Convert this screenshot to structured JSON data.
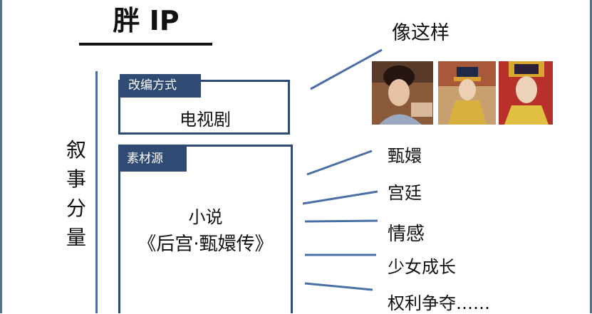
{
  "title": "胖 IP",
  "side_label": [
    "叙",
    "事",
    "分",
    "量"
  ],
  "adaptation": {
    "tag": "改编方式",
    "value": "电视剧"
  },
  "source": {
    "tag": "素材源",
    "line1": "小说",
    "line2": "《后宫·甄嬛传》"
  },
  "example_label": "像这样",
  "elements": [
    "甄嬛",
    "宫廷",
    "情感",
    "少女成长",
    "权利争夺……"
  ],
  "colors": {
    "accent": "#2f4a73",
    "line": "#4a6fa5",
    "frame": "#5a6f8e"
  },
  "photos": [
    "photo-actress-1",
    "photo-actress-2",
    "photo-actress-3"
  ]
}
